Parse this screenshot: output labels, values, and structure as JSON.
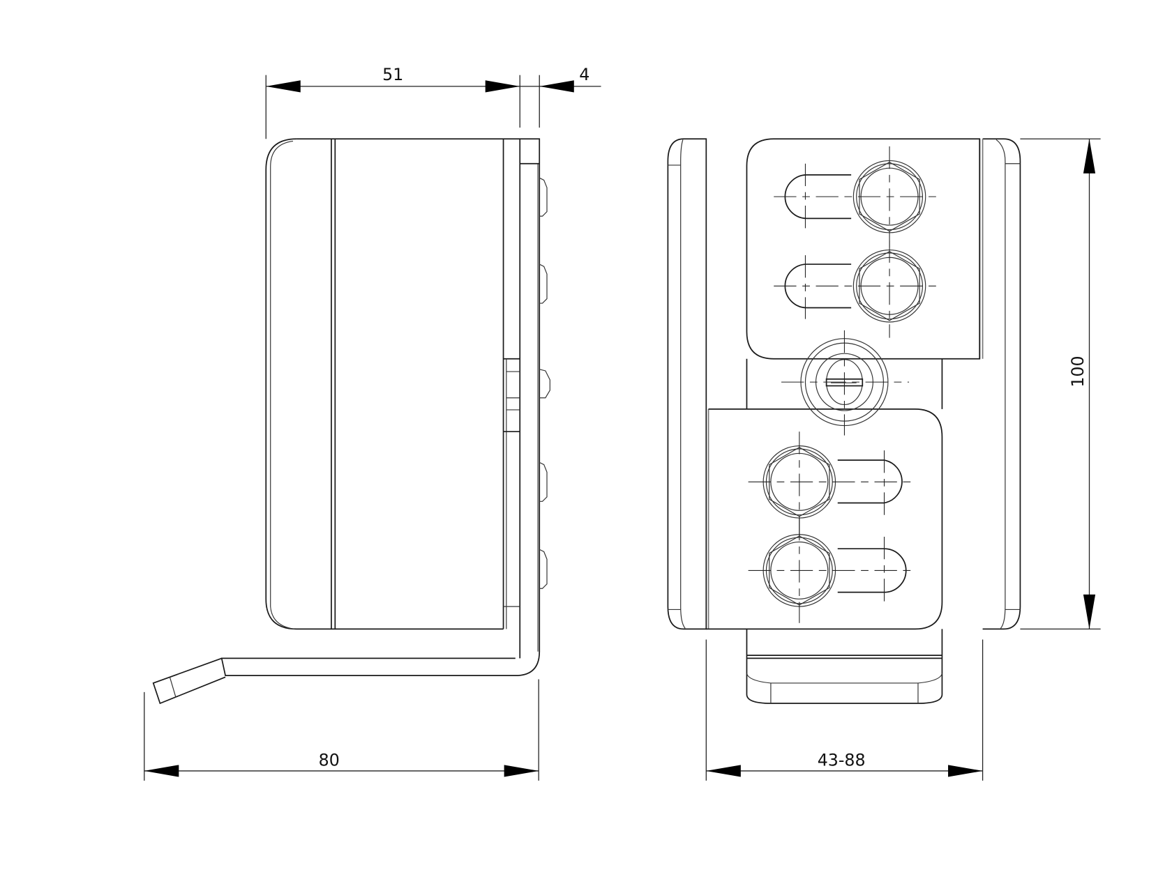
{
  "drawing": {
    "type": "technical-drawing",
    "subject": "adjustable hinge",
    "views": [
      {
        "name": "side-view"
      },
      {
        "name": "front-view"
      }
    ],
    "dimensions": {
      "side_width": "51",
      "plate_thickness": "4",
      "overall_depth": "80",
      "adjust_range": "43-88",
      "height": "100"
    },
    "colors": {
      "line": "#1a1a1a",
      "background": "#ffffff",
      "arrow": "#000000"
    }
  }
}
